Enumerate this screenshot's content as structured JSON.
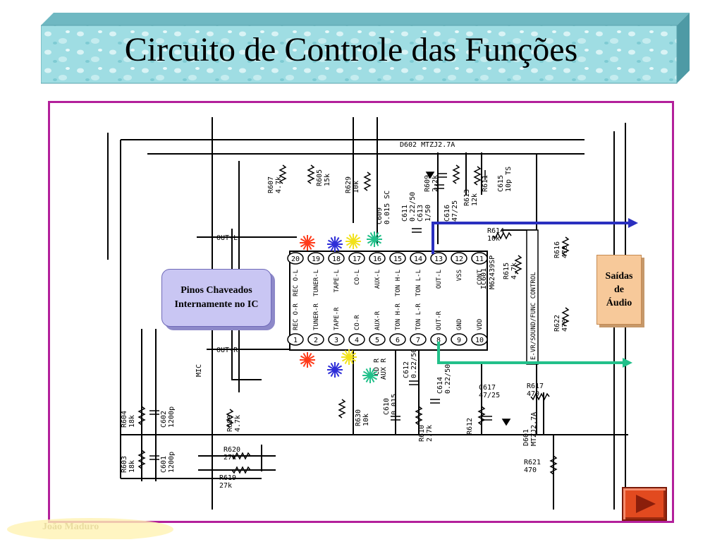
{
  "slide": {
    "title": "Circuito de Controle das Funções",
    "callout": "Pinos Chaveados\nInternamente no IC",
    "outputs_label": "Saídas\nde\nÁudio",
    "author": "João Maduro",
    "next_button_icon": "play-triangle-icon"
  },
  "colors": {
    "frame": "#b3209b",
    "title_banner": "#8fd8e0",
    "arrow_top": "#2a2fbf",
    "arrow_bottom": "#22c08a",
    "next_button": "#e24a1f",
    "callout_fill": "#c9c6f3",
    "outputs_fill": "#f7c99a"
  },
  "schematic": {
    "ic_top_pins": [
      "20",
      "19",
      "18",
      "17",
      "16",
      "15",
      "14",
      "13",
      "12",
      "11"
    ],
    "ic_bottom_pins": [
      "1",
      "2",
      "3",
      "4",
      "5",
      "6",
      "7",
      "8",
      "9",
      "10"
    ],
    "ic_top_labels": [
      "REC O-L",
      "TUNER-L",
      "TAPE-L",
      "CO-L",
      "AUX-L",
      "TON H-L",
      "TON L-L",
      "OUT-L",
      "VSS",
      "CONT"
    ],
    "ic_bottom_labels": [
      "REC O-R",
      "TUNER-R",
      "TAPE-R",
      "CO-R",
      "AUX-R",
      "TON H-R",
      "TON L-R",
      "OUT-R",
      "GND",
      "VDD"
    ],
    "ic_name": "IC601",
    "ic_part": "M62439SP",
    "side_label": "E-VR/SOUND/FUNC CONTROL",
    "net_labels": {
      "out_l": "OUT-L",
      "out_r": "OUT-R",
      "mic": "MIC",
      "d602": "D602 MTZJ2.7A",
      "cd_r": "CD R",
      "aux_r": "AUX R"
    },
    "components": {
      "r607": [
        "R607",
        "4.7k"
      ],
      "r605": [
        "R605",
        "15k"
      ],
      "r629": [
        "R629",
        "10k"
      ],
      "c609": [
        "C609",
        "0.015 SC"
      ],
      "r609": [
        "R609",
        "2.2k"
      ],
      "c611": [
        "C611",
        "0.22/50"
      ],
      "c613": [
        "C613",
        "1/50"
      ],
      "c616": [
        "C616",
        "47/25"
      ],
      "r613": [
        "R613",
        "12k"
      ],
      "r611": [
        "R611",
        ""
      ],
      "c615": [
        "C615",
        "10p TS"
      ],
      "r614": [
        "R614",
        "10k"
      ],
      "r615": [
        "R615",
        "4.7k"
      ],
      "r616": [
        "R616",
        "470"
      ],
      "r622": [
        "R622",
        "470"
      ],
      "c612": [
        "C612",
        "0.22/50"
      ],
      "c614": [
        "C614",
        "0.22/50"
      ],
      "c610": [
        "C610",
        "0.015"
      ],
      "r630": [
        "R630",
        "10k"
      ],
      "r610": [
        "R610",
        "2.7k"
      ],
      "r612": [
        "R612",
        ""
      ],
      "c617": [
        "C617",
        "47/25"
      ],
      "r617": [
        "R617",
        "470"
      ],
      "d601": [
        "D601",
        "MTZJ2.7A"
      ],
      "r621": [
        "R621",
        "470"
      ],
      "r604": [
        "R604",
        "18k"
      ],
      "c602": [
        "C602",
        "1200p"
      ],
      "r603": [
        "R603",
        "18k"
      ],
      "c601": [
        "C601",
        "1200p"
      ],
      "r608": [
        "R608",
        "4.7k"
      ],
      "r620": [
        "R620",
        "27k"
      ],
      "r619": [
        "R619",
        "27k"
      ]
    }
  }
}
